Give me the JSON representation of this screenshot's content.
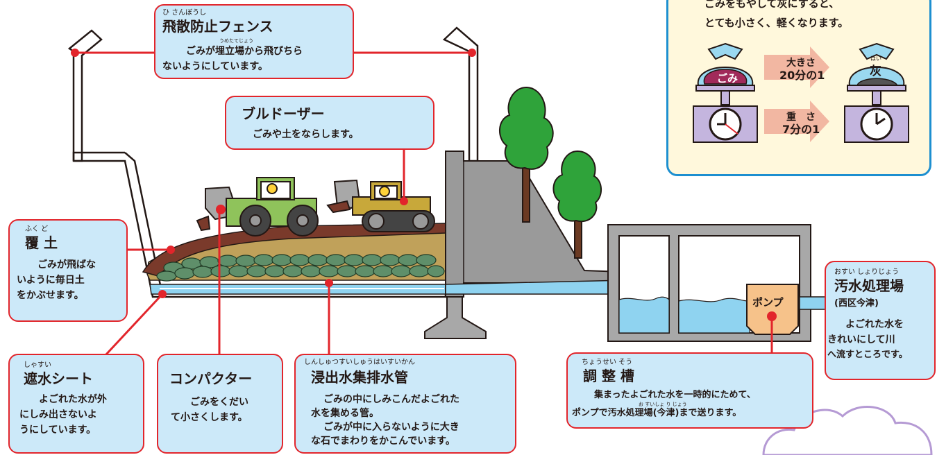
{
  "colors": {
    "callout_fill": "#cce9f9",
    "callout_border": "#e2252b",
    "info_border": "#1d8fd0",
    "info_fill": "#fff8dc",
    "soil": "#7a3a2b",
    "sand": "#c0a15a",
    "stones": "#5f8f6a",
    "water": "#8fd3f0",
    "concrete": "#a0a0a0",
    "pump": "#f6c28a",
    "arrow": "#f2b7a2"
  },
  "info": {
    "line1": "ごみをもやして灰にすると、",
    "line2": "とても小さく、軽くなります。",
    "gomi": "ごみ",
    "hai_ruby": "はい",
    "hai": "灰",
    "size_label": "大きさ",
    "size_value": "20分の1",
    "weight_label": "重　さ",
    "weight_value": "7分の1"
  },
  "fence": {
    "ruby": "ひ さんぼうし",
    "title": "飛散防止フェンス",
    "text_ruby": "うめたてじょう",
    "text": "ごみが埋立場から飛びちらないようにしています。",
    "line1": "ごみが埋立場から飛びちら",
    "line2": "ないようにしています。"
  },
  "bulldozer": {
    "title": "ブルドーザー",
    "text": "ごみや土をならします。"
  },
  "cover": {
    "ruby": "ふく ど",
    "title": "覆 土",
    "line1": "ごみが飛ばな",
    "line2": "いように毎日土",
    "line3": "をかぶせます。"
  },
  "sheet": {
    "ruby": "しゃすい",
    "title": "遮水シート",
    "line1": "よごれた水が外",
    "line2": "にしみ出さないよ",
    "line3": "うにしています。"
  },
  "compactor": {
    "title": "コンパクター",
    "line1": "ごみをくだい",
    "line2": "て小さくします。"
  },
  "pipe": {
    "ruby": "しんしゅつすいしゅうはいすいかん",
    "title": "浸出水集排水管",
    "line1": "ごみの中にしみこんだよごれた",
    "line2": "水を集める管。",
    "line3": "ごみが中に入らないように大き",
    "line4": "な石でまわりをかこんでいます。"
  },
  "tank": {
    "ruby": "ちょうせい そう",
    "title": "調 整 槽",
    "line1": "集まったよごれた水を一時的にためて、",
    "line2_ruby": "お すいしょ り じょう",
    "line2": "ポンプで汚水処理場(今津)まで送ります。"
  },
  "sewage": {
    "ruby": "おすい しょりじょう",
    "title": "汚水処理場",
    "sub": "(西区今津)",
    "line1": "よごれた水を",
    "line2": "きれいにして川",
    "line3": "へ流すところです。"
  },
  "pump_label": "ポンプ"
}
